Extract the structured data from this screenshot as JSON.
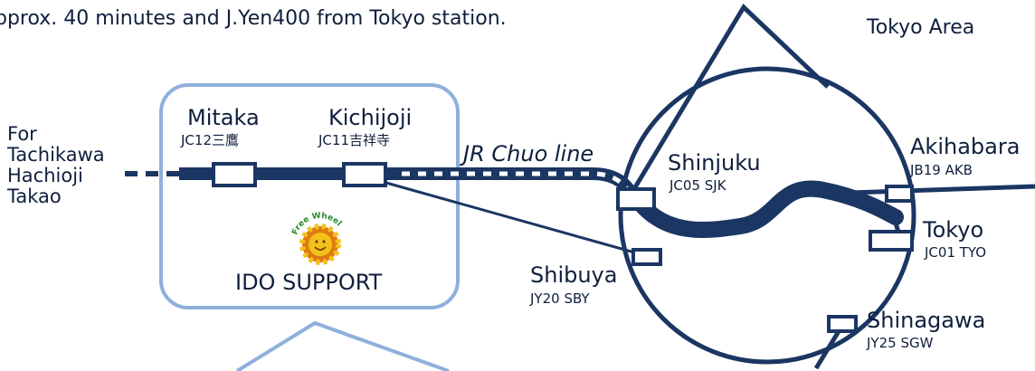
{
  "header": {
    "access_note": "pprox. 40 minutes and J.Yen400 from Tokyo station.",
    "area_label": "Tokyo Area"
  },
  "for_label": {
    "lines": [
      "For",
      "Tachikawa",
      "Hachioji",
      "Takao"
    ]
  },
  "line": {
    "name": "JR Chuo line",
    "color": "#1b3663",
    "box_color": "#8fb0dc"
  },
  "stations": {
    "mitaka": {
      "name": "Mitaka",
      "code": "JC12三鷹"
    },
    "kichijoji": {
      "name": "Kichijoji",
      "code": "JC11吉祥寺"
    },
    "shinjuku": {
      "name": "Shinjuku",
      "code": "JC05 SJK"
    },
    "shibuya": {
      "name": "Shibuya",
      "code": "JY20 SBY"
    },
    "akihabara": {
      "name": "Akihabara",
      "code": "JB19 AKB"
    },
    "tokyo": {
      "name": "Tokyo",
      "code": "JC01 TYO"
    },
    "shinagawa": {
      "name": "Shinagawa",
      "code": "JY25 SGW"
    }
  },
  "office": {
    "name": "IDO SUPPORT",
    "logo_text": "Free Wheel",
    "logo_colors": {
      "sun": "#f2c21b",
      "rays": "#e07a10",
      "text": "#2a8c2a"
    }
  }
}
